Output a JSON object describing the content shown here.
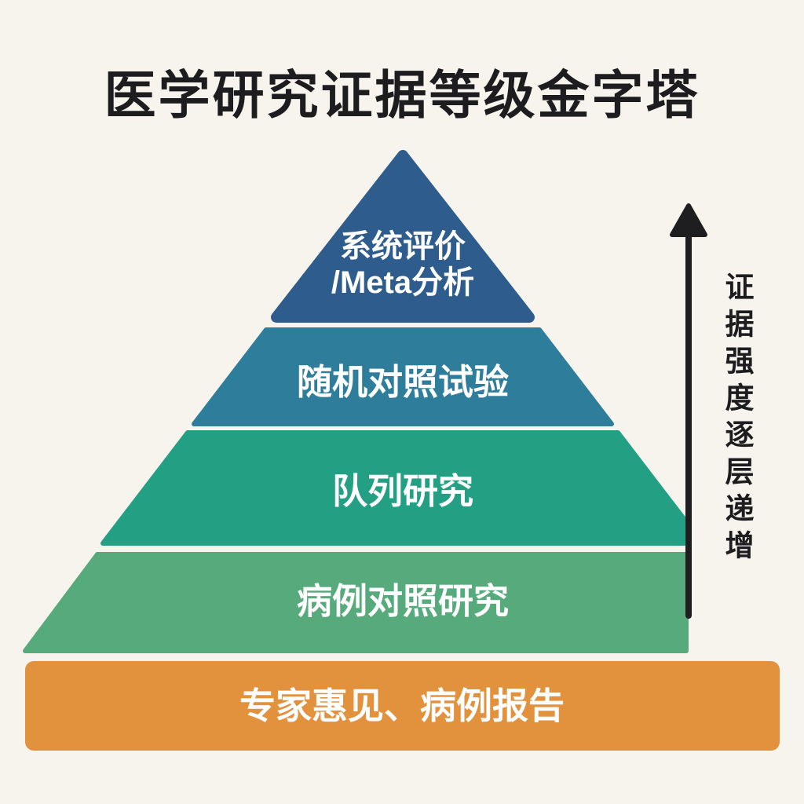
{
  "title": "医学研究证据等级金字塔",
  "pyramid": {
    "levels": [
      {
        "line1": "系统评价",
        "line2": "/Meta分析",
        "color": "#2d5c8d"
      },
      {
        "label": "随机对照试验",
        "color": "#2e7e9b"
      },
      {
        "label": "队列研究",
        "color": "#23a083"
      },
      {
        "label": "病例对照研究",
        "color": "#57aa7c"
      },
      {
        "label": "专家惠见、病例报告",
        "color": "#e2913d"
      }
    ]
  },
  "axis_note": {
    "label": "证据强度逐层递增",
    "arrow_color": "#1e1e20"
  },
  "colors": {
    "background": "#f7f4ee",
    "ink": "#1d1d1f",
    "level_text": "#ffffff"
  }
}
